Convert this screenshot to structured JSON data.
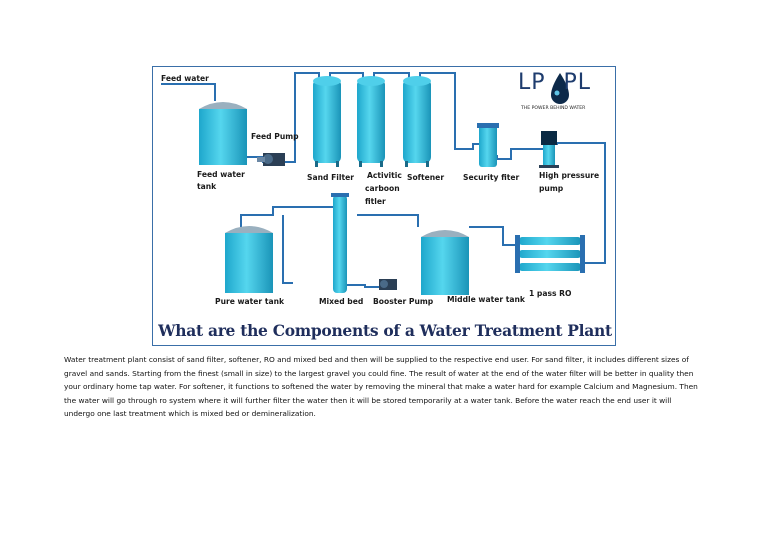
{
  "figure": {
    "title": "What are the Components of a Water Treatment Plant",
    "logo": {
      "left": "LP",
      "right": "PL",
      "tagline": "THE POWER BEHIND WATER"
    },
    "labels": {
      "feed_water": "Feed water",
      "feed_pump": "Feed Pump",
      "feed_water_tank_1": "Feed water",
      "feed_water_tank_2": "tank",
      "sand_filter": "Sand Filter",
      "activated_carbon_1": "Activitic",
      "activated_carbon_2": "carboon",
      "activated_carbon_3": "fitler",
      "softener": "Softener",
      "security_filter": "Security fiter",
      "high_pressure_1": "High pressure",
      "high_pressure_2": "pump",
      "pure_water_tank": "Pure water tank",
      "mixed_bed": "Mixed bed",
      "booster_pump": "Booster Pump",
      "middle_water_tank": "Middle water tank",
      "pass_ro": "1 pass RO"
    },
    "colors": {
      "vessel": "#33c2e0",
      "vessel_dark": "#1a94b8",
      "pipe": "#2a6fb0",
      "title": "#1f2e5c"
    }
  },
  "caption": "Water treatment plant consist of sand filter, softener, RO and mixed bed and then will be supplied to the respective end user.  For sand filter, it includes different sizes of gravel and sands. Starting from the finest (small in size) to the largest gravel you could fine. The result of water at the end of the water filter will be better in quality then your ordinary home tap water. For softener, it functions to softened the water by removing the mineral that make a water hard for example Calcium and Magnesium. Then the water will go through ro system where it will further filter the water then it will be stored temporarily at a water tank. Before the water reach the end user it will undergo one last treatment which is mixed bed or demineralization."
}
